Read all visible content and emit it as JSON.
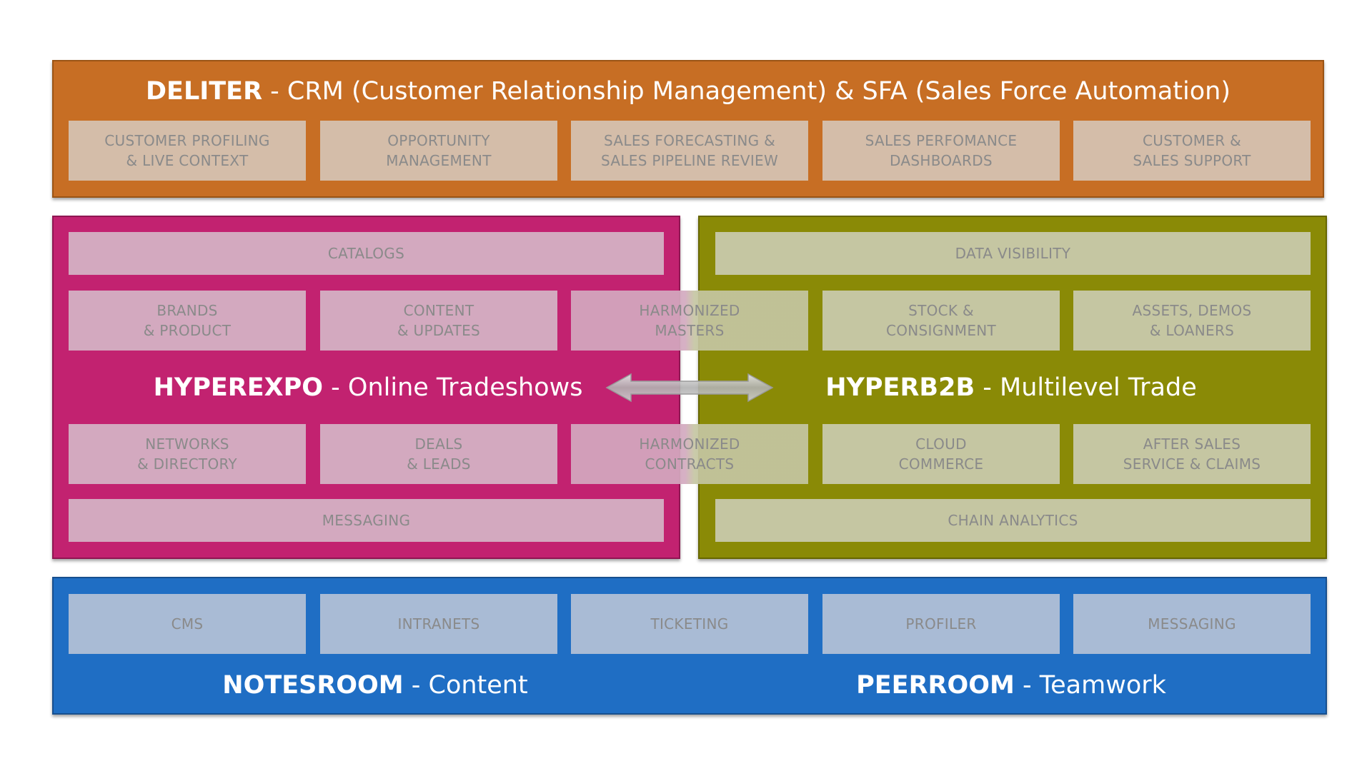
{
  "deliter": {
    "name": "DELITER",
    "desc": " - CRM (Customer Relationship Management) & SFA (Sales Force Automation)",
    "modules": [
      "CUSTOMER PROFILING\n& LIVE CONTEXT",
      "OPPORTUNITY\nMANAGEMENT",
      "SALES FORECASTING &\nSALES PIPELINE REVIEW",
      "SALES PERFOMANCE\nDASHBOARDS",
      "CUSTOMER &\nSALES SUPPORT"
    ]
  },
  "hyperexpo": {
    "name": "HYPEREXPO",
    "desc": " - Online Tradeshows",
    "top": "CATALOGS",
    "row1": [
      "BRANDS\n& PRODUCT",
      "CONTENT\n& UPDATES"
    ],
    "row2": [
      "NETWORKS\n& DIRECTORY",
      "DEALS\n& LEADS"
    ],
    "bottom": "MESSAGING"
  },
  "shared": {
    "masters": "HARMONIZED\nMASTERS",
    "contracts": "HARMONIZED\nCONTRACTS"
  },
  "hyperb2b": {
    "name": "HYPERB2B",
    "desc": " - Multilevel Trade",
    "top": "DATA VISIBILITY",
    "row1": [
      "STOCK &\nCONSIGNMENT",
      "ASSETS, DEMOS\n& LOANERS"
    ],
    "row2": [
      "CLOUD\nCOMMERCE",
      "AFTER SALES\nSERVICE & CLAIMS"
    ],
    "bottom": "CHAIN ANALYTICS"
  },
  "bottom": {
    "modules": [
      "CMS",
      "INTRANETS",
      "TICKETING",
      "PROFILER",
      "MESSAGING"
    ],
    "notesroom": {
      "name": "NOTESROOM",
      "desc": " - Content"
    },
    "peerroom": {
      "name": "PEERROOM",
      "desc": " - Teamwork"
    }
  },
  "colors": {
    "deliter": "#c76e24",
    "hyperexpo": "#c22270",
    "hyperb2b": "#8a8a06",
    "rooms": "#1f6ec4"
  }
}
